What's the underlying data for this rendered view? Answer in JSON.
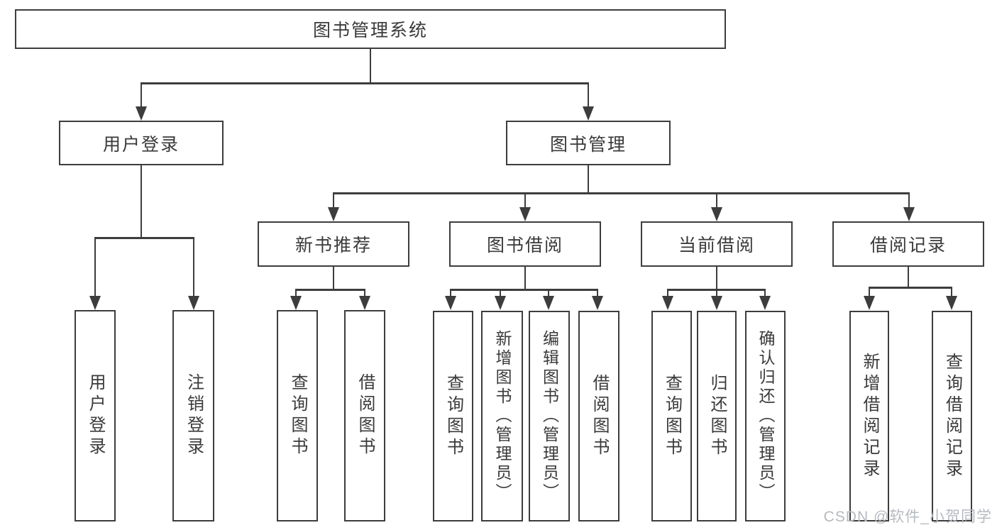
{
  "colors": {
    "line": "#3d3d3d",
    "text": "#3a3a3a",
    "box_background": "#ffffff",
    "watermark": "#b6bac0"
  },
  "nodes": {
    "root": "图书管理系统",
    "login": "用户登录",
    "manage": "图书管理",
    "new_books": "新书推荐",
    "borrow": "图书借阅",
    "current": "当前借阅",
    "records": "借阅记录",
    "login_children": [
      "用户登录",
      "注销登录"
    ],
    "new_books_children": [
      "查询图书",
      "借阅图书"
    ],
    "borrow_children": [
      "查询图书",
      "新增图书（管理员）",
      "编辑图书（管理员）",
      "借阅图书"
    ],
    "current_children": [
      "查询图书",
      "归还图书",
      "确认归还（管理员）"
    ],
    "records_children": [
      "新增借阅记录",
      "查询借阅记录"
    ]
  },
  "watermark": "CSDN @软件_小贺同学"
}
